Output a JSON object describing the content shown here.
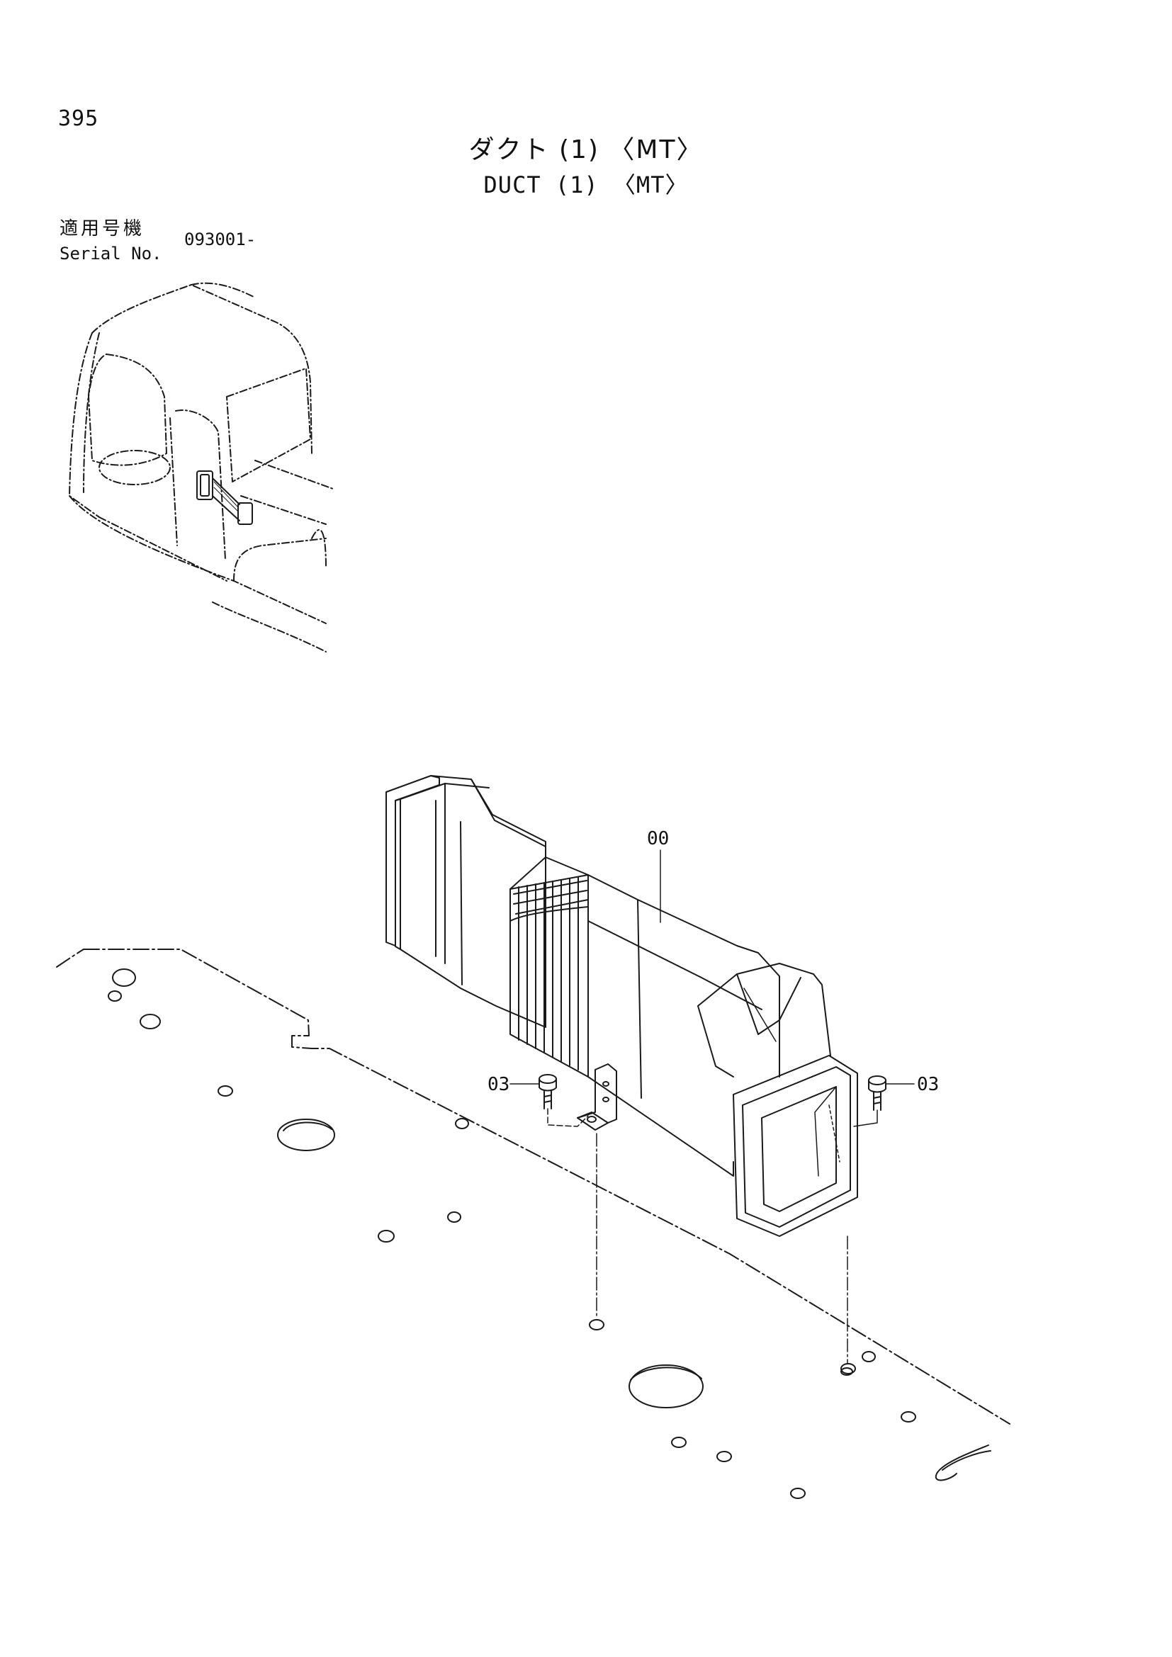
{
  "header": {
    "page_number": "395",
    "title_jp": "ダクト (1) 〈MT〉",
    "title_en": "DUCT (1) 〈MT〉",
    "serial_label_jp": "適用号機",
    "serial_label_en": "Serial No.",
    "serial_value": "093001-"
  },
  "callouts": {
    "duct": "00",
    "bolt_left": "03",
    "bolt_right": "03"
  }
}
